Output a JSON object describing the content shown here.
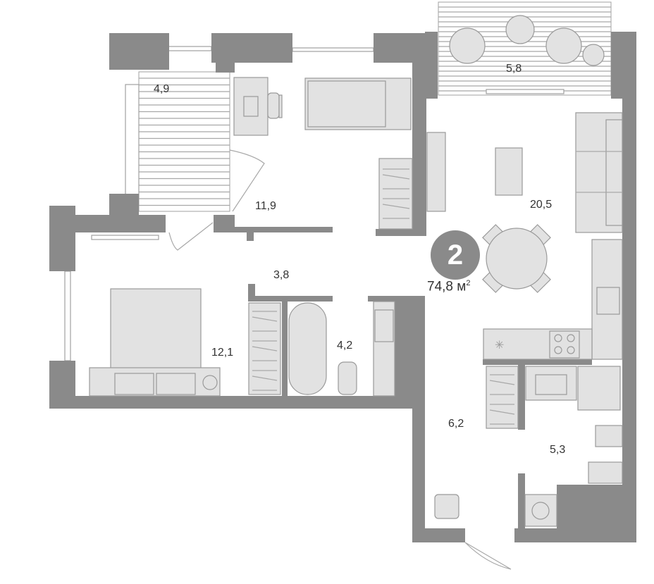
{
  "apartment": {
    "rooms_count": "2",
    "total_area": "74,8",
    "unit": "м",
    "unit_power": "2"
  },
  "rooms": [
    {
      "name": "balcony-left",
      "area": "4,9"
    },
    {
      "name": "bedroom-small",
      "area": "11,9"
    },
    {
      "name": "balcony-top",
      "area": "5,8"
    },
    {
      "name": "living-kitchen",
      "area": "20,5"
    },
    {
      "name": "hallway",
      "area": "3,8"
    },
    {
      "name": "bedroom",
      "area": "12,1"
    },
    {
      "name": "bathroom",
      "area": "4,2"
    },
    {
      "name": "entrance-hall",
      "area": "6,2"
    },
    {
      "name": "bathroom-2",
      "area": "5,3"
    }
  ],
  "colors": {
    "wall": "#8a8a8a",
    "furniture": "#e2e2e2",
    "badge": "#8a8a8a"
  }
}
